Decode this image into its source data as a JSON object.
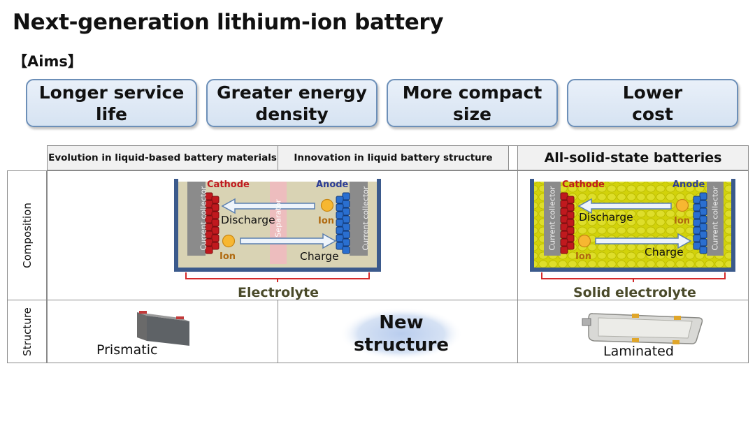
{
  "title": "Next-generation lithium-ion battery",
  "aims_label": "【Aims】",
  "aims": [
    {
      "text": "Longer service\nlife"
    },
    {
      "text": "Greater energy\ndensity"
    },
    {
      "text": "More compact\nsize"
    },
    {
      "text": "Lower\ncost"
    }
  ],
  "headers": {
    "col1": "Evolution in liquid-based battery materials",
    "col2": "Innovation in liquid battery structure",
    "col3": "All-solid-state batteries"
  },
  "rows": {
    "composition": "Composition",
    "structure": "Structure"
  },
  "liquid_cell": {
    "current_collector": "Current collector",
    "cathode": "Cathode",
    "anode": "Anode",
    "separator": "Separator",
    "discharge": "Discharge",
    "charge": "Charge",
    "ion": "Ion",
    "electrolyte": "Electrolyte"
  },
  "solid_cell": {
    "current_collector": "Current collector",
    "cathode": "Cathode",
    "anode": "Anode",
    "discharge": "Discharge",
    "charge": "Charge",
    "ion": "Ion",
    "electrolyte": "Solid electrolyte"
  },
  "structure": {
    "prismatic": "Prismatic",
    "new_structure": "New\nstructure",
    "laminated": "Laminated"
  },
  "colors": {
    "aim_border": "#6c8fb8",
    "cathode": "#c0191e",
    "anode": "#2d3e96",
    "liquid_electrolyte": "#d9d3b4",
    "solid_electrolyte": "#d4d40c",
    "container": "#3b5a8c"
  }
}
